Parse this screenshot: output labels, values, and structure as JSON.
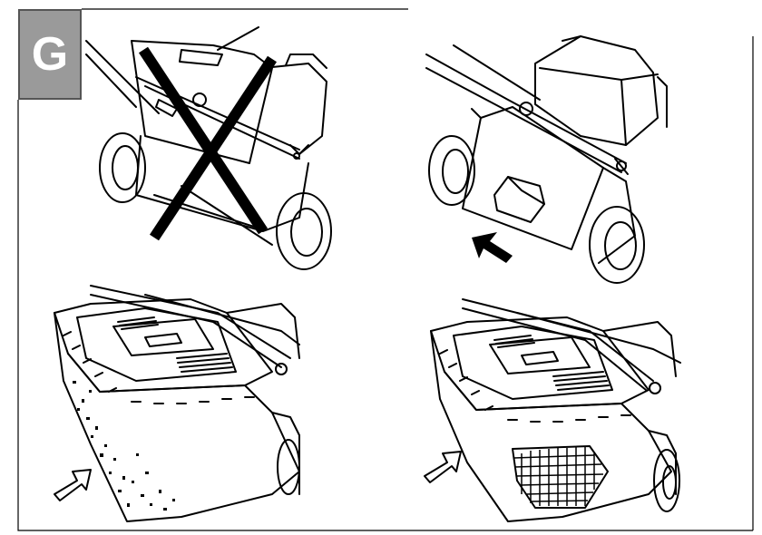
{
  "section": {
    "letter": "G"
  },
  "panels": [
    {
      "name": "panel-incorrect-mounting",
      "mark": "x-mark-icon"
    },
    {
      "name": "panel-correct-mounting",
      "mark": "arrow-up-icon"
    },
    {
      "name": "panel-full-bag",
      "mark": "outline-arrow-icon"
    },
    {
      "name": "panel-empty-bag",
      "mark": "outline-arrow-icon"
    }
  ],
  "colors": {
    "ink": "#000000",
    "badge": "#9a9a9a",
    "paper": "#ffffff"
  }
}
